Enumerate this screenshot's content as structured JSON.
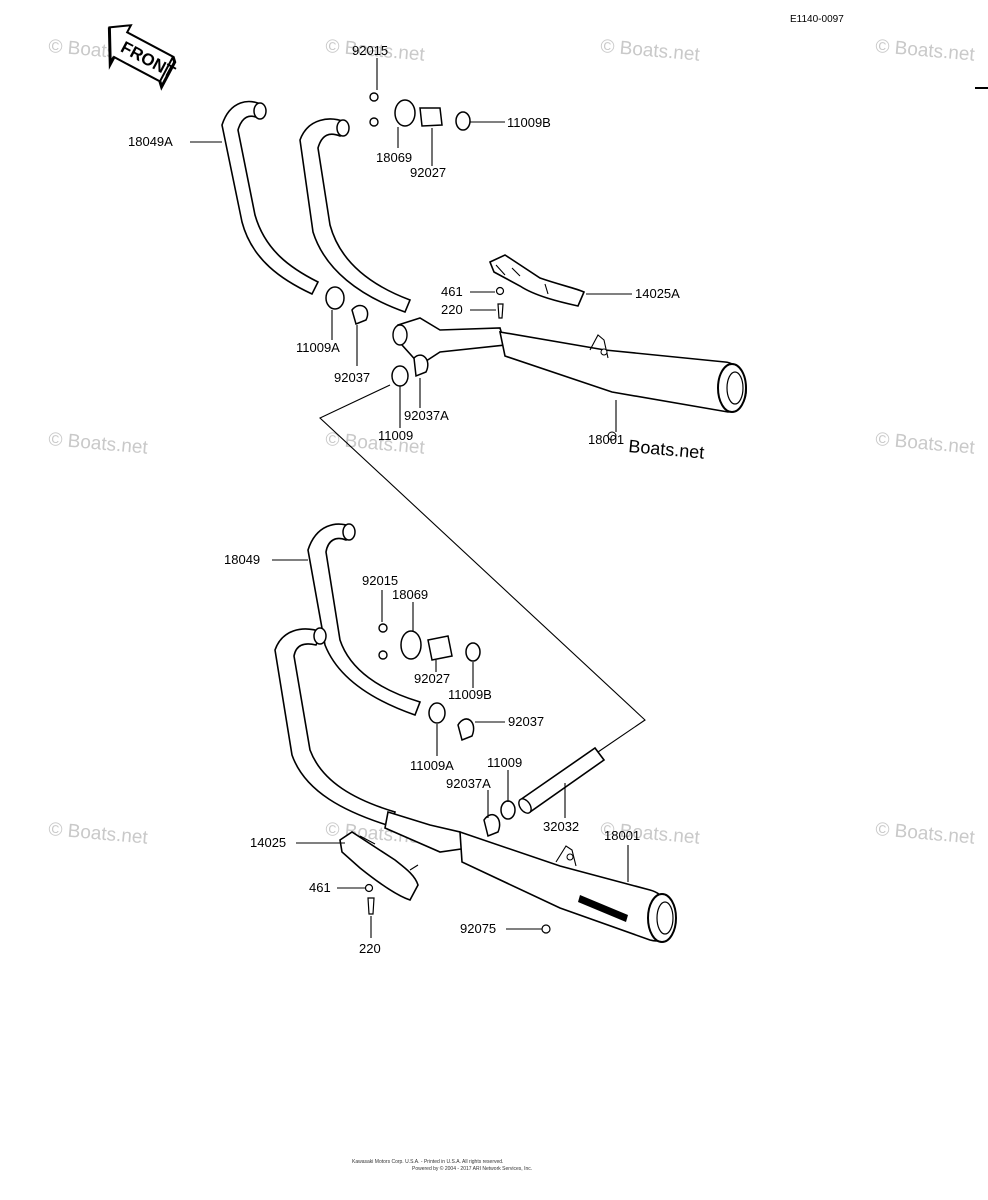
{
  "diagram_code": "E1140-0097",
  "front_arrow": "FRONT",
  "watermark": "© Boats.net",
  "watermark_dark": "Boats.net",
  "footer_line1": "Kawasaki Motors Corp. U.S.A. - Printed in U.S.A. All rights reserved.",
  "footer_line2": "Powered by © 2004 - 2017 ARI Network Services, Inc.",
  "parts": {
    "upper": {
      "p18049A": "18049A",
      "p92015": "92015",
      "p11009B": "11009B",
      "p18069": "18069",
      "p92027": "92027",
      "p461": "461",
      "p220": "220",
      "p14025A": "14025A",
      "p11009A": "11009A",
      "p92037": "92037",
      "p92037A": "92037A",
      "p11009": "11009",
      "p18001": "18001"
    },
    "lower": {
      "p18049": "18049",
      "p92015": "92015",
      "p18069": "18069",
      "p92027": "92027",
      "p11009B": "11009B",
      "p92037": "92037",
      "p11009A": "11009A",
      "p92037A": "92037A",
      "p11009": "11009",
      "p32032": "32032",
      "p18001": "18001",
      "p14025": "14025",
      "p461": "461",
      "p220": "220",
      "p92075": "92075"
    }
  }
}
